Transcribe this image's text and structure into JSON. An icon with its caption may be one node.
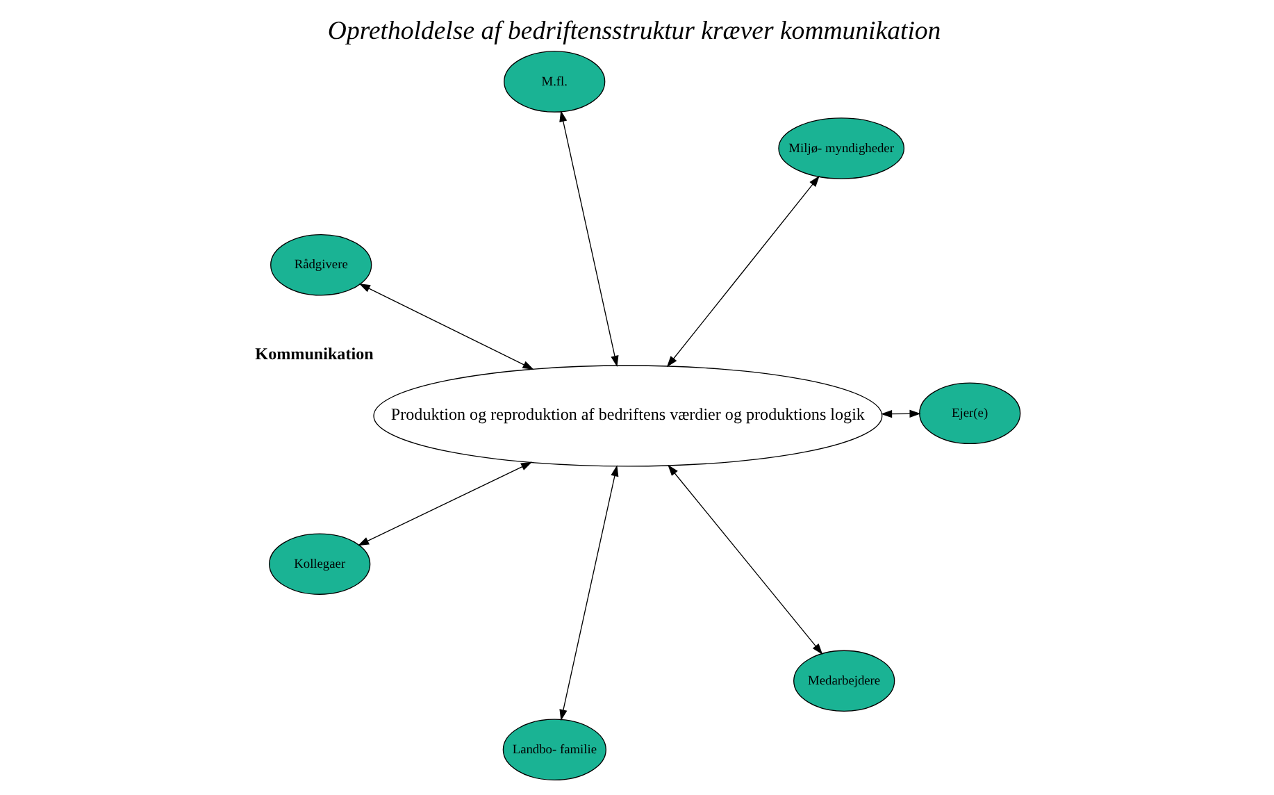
{
  "diagram": {
    "title": "Opretholdelse af bedriftensstruktur kræver kommunikation",
    "nodes": [
      {
        "text": [
          "Produktion og reproduktion af bedriftens værdier og produktions logik"
        ],
        "beside": [
          "Kommunikation"
        ]
      },
      {
        "text": [
          "Ejer(e)"
        ]
      },
      {
        "text": [
          "Landbo- familie"
        ]
      },
      {
        "text": [
          "Rådgivere"
        ]
      },
      {
        "text": [
          "Miljø- myndigheder"
        ]
      },
      {
        "text": [
          "M.fl."
        ]
      },
      {
        "text": [
          "Kollegaer"
        ]
      },
      {
        "text": [
          "Medarbejdere"
        ]
      }
    ],
    "edges": [
      {
        "from": 1,
        "to": 0,
        "arrow": "both"
      },
      {
        "from": 2,
        "to": 0,
        "arrow": "both"
      },
      {
        "from": 3,
        "to": 0,
        "arrow": "both"
      },
      {
        "from": 4,
        "to": 0,
        "arrow": "both"
      },
      {
        "from": 5,
        "to": 0,
        "arrow": "both"
      },
      {
        "from": 6,
        "to": 0,
        "arrow": "both"
      },
      {
        "from": 7,
        "to": 0,
        "arrow": "both"
      }
    ]
  }
}
